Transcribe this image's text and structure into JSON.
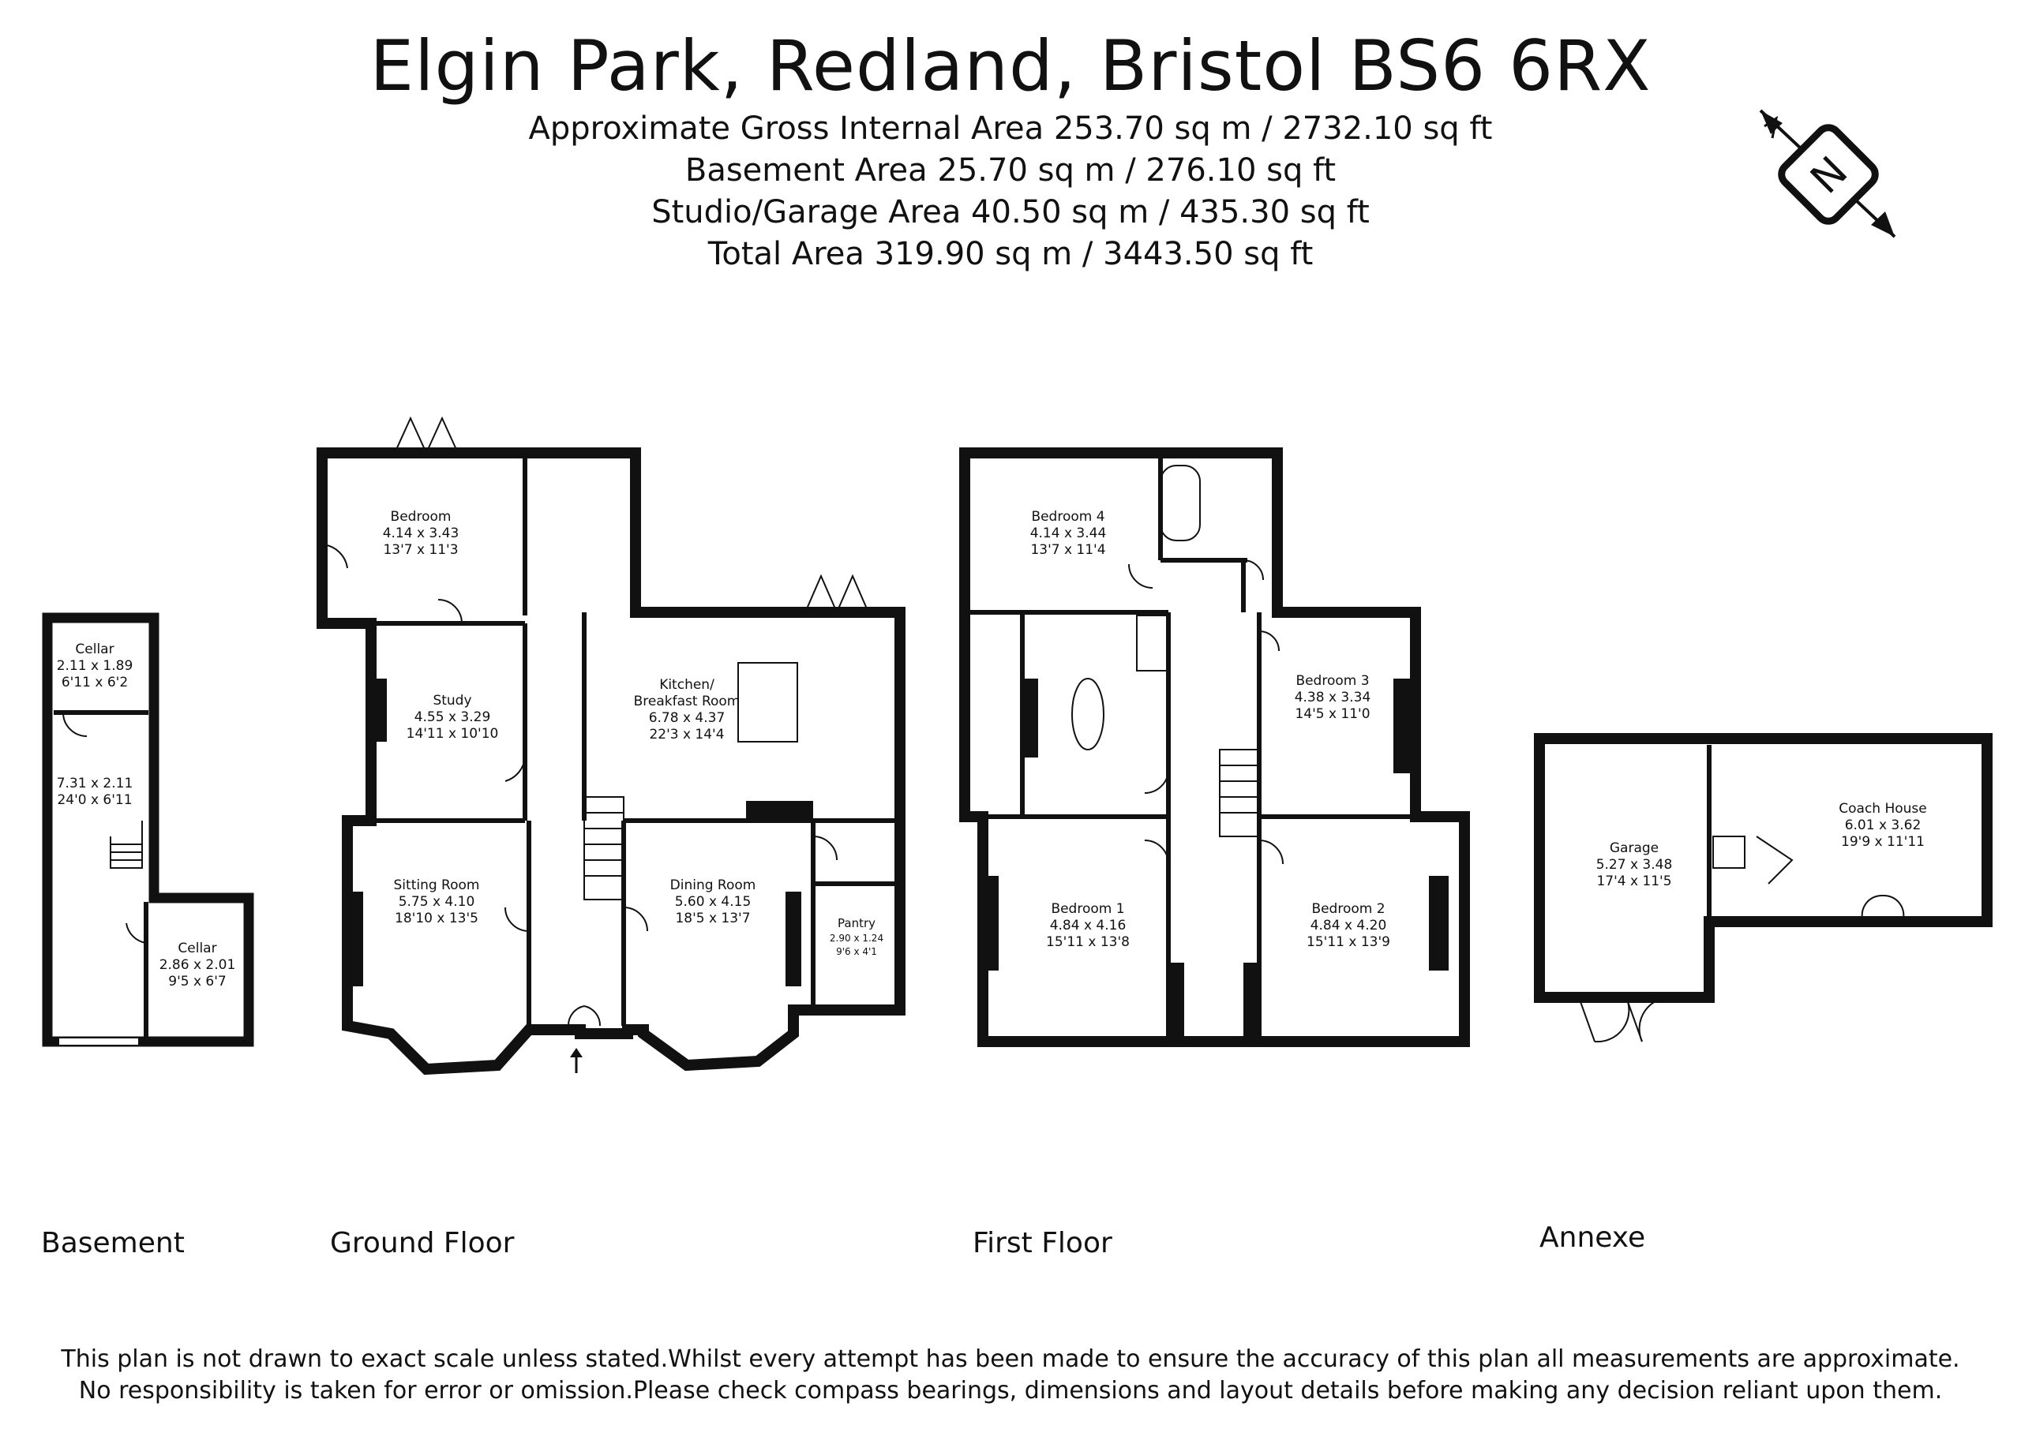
{
  "header": {
    "title": "Elgin Park, Redland, Bristol BS6 6RX",
    "lines": [
      "Approximate Gross Internal Area 253.70 sq m / 2732.10 sq ft",
      "Basement Area 25.70 sq m / 276.10 sq ft",
      "Studio/Garage Area 40.50 sq m / 435.30 sq ft",
      "Total Area 319.90 sq m / 3443.50 sq ft"
    ]
  },
  "compass": {
    "label": "N"
  },
  "floors": {
    "basement": "Basement",
    "ground": "Ground Floor",
    "first": "First Floor",
    "annexe": "Annexe"
  },
  "rooms": {
    "cellar_top": {
      "name": "Cellar",
      "metric": "2.11 x 1.89",
      "imperial": "6'11 x 6'2"
    },
    "basement_main": {
      "name": "",
      "metric": "7.31 x 2.11",
      "imperial": "24'0 x 6'11"
    },
    "cellar_bottom": {
      "name": "Cellar",
      "metric": "2.86 x 2.01",
      "imperial": "9'5 x 6'7"
    },
    "gf_bedroom": {
      "name": "Bedroom",
      "metric": "4.14 x 3.43",
      "imperial": "13'7 x 11'3"
    },
    "study": {
      "name": "Study",
      "metric": "4.55 x 3.29",
      "imperial": "14'11 x 10'10"
    },
    "kitchen": {
      "name": "Kitchen/",
      "name2": "Breakfast Room",
      "metric": "6.78 x 4.37",
      "imperial": "22'3 x 14'4"
    },
    "sitting": {
      "name": "Sitting Room",
      "metric": "5.75 x 4.10",
      "imperial": "18'10 x 13'5"
    },
    "dining": {
      "name": "Dining Room",
      "metric": "5.60 x 4.15",
      "imperial": "18'5 x 13'7"
    },
    "pantry": {
      "name": "Pantry",
      "metric": "2.90 x 1.24",
      "imperial": "9'6 x 4'1"
    },
    "bedroom4": {
      "name": "Bedroom 4",
      "metric": "4.14 x 3.44",
      "imperial": "13'7 x 11'4"
    },
    "bedroom3": {
      "name": "Bedroom 3",
      "metric": "4.38 x 3.34",
      "imperial": "14'5 x 11'0"
    },
    "bedroom1": {
      "name": "Bedroom 1",
      "metric": "4.84 x 4.16",
      "imperial": "15'11 x 13'8"
    },
    "bedroom2": {
      "name": "Bedroom 2",
      "metric": "4.84 x 4.20",
      "imperial": "15'11 x 13'9"
    },
    "garage": {
      "name": "Garage",
      "metric": "5.27 x 3.48",
      "imperial": "17'4 x 11'5"
    },
    "coach": {
      "name": "Coach House",
      "metric": "6.01 x 3.62",
      "imperial": "19'9 x 11'11"
    }
  },
  "disclaimer": {
    "line1": "This plan is not drawn to exact scale unless stated.Whilst every attempt has been made to ensure the accuracy of this plan all measurements are approximate.",
    "line2": "No responsibility is taken for error or omission.Please check compass bearings, dimensions and layout details before making any decision reliant upon them."
  },
  "colors": {
    "wall": "#111111",
    "window": "#ffffff",
    "background": "#ffffff"
  }
}
